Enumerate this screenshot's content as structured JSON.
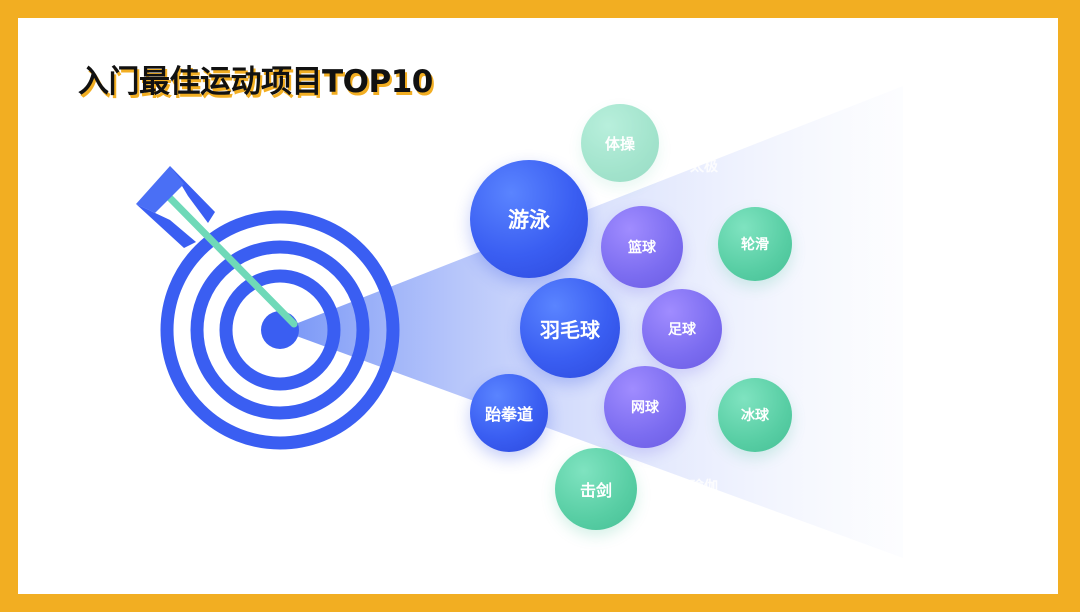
{
  "title": "入门最佳运动项目TOP10",
  "bubbles": {
    "youyong": "游泳",
    "yumaoqiu": "羽毛球",
    "taiquandao": "跆拳道",
    "lanqiu": "篮球",
    "zuqiu": "足球",
    "wangqiu": "网球",
    "ticao": "体操",
    "lunhua": "轮滑",
    "bingqiu": "冰球",
    "jijian": "击剑"
  },
  "ghost_labels": {
    "top": "太极",
    "bottom": "瑜伽"
  },
  "colors": {
    "frame": "#f2ae22",
    "primary_blue": "#3a5ef2",
    "purple": "#7b6cf0",
    "green": "#58cea4",
    "arrow_shaft": "#6fd9b8"
  }
}
